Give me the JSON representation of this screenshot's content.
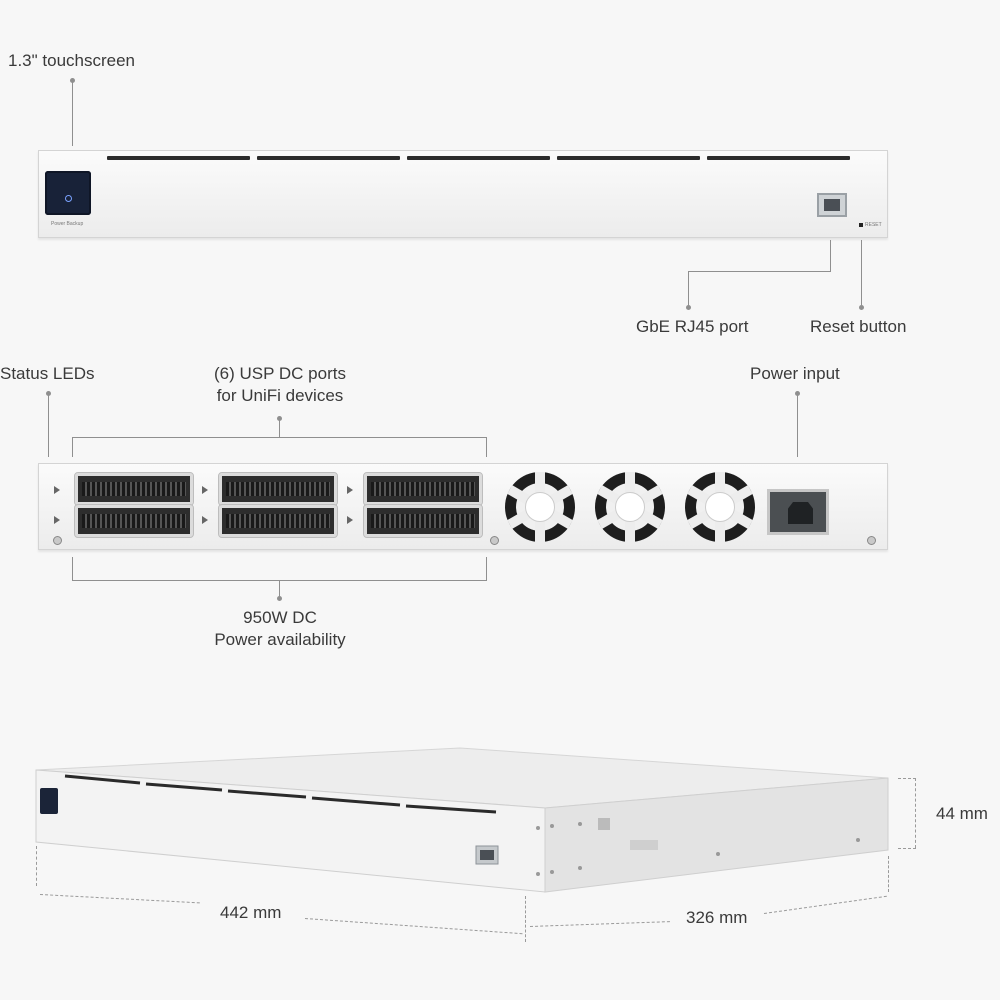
{
  "front_view": {
    "touchscreen_label": "1.3\" touchscreen",
    "screen_text": "Power Backup",
    "rj45_label": "GbE RJ45 port",
    "reset_label": "Reset button",
    "reset_tiny": "RESET"
  },
  "rear_view": {
    "status_leds_label": "Status LEDs",
    "usp_dc_label_line1": "(6) USP DC ports",
    "usp_dc_label_line2": "for UniFi devices",
    "power_input_label": "Power input",
    "dc_power_line1": "950W DC",
    "dc_power_line2": "Power availability"
  },
  "dimensions": {
    "height": "44 mm",
    "width": "442 mm",
    "depth": "326 mm"
  },
  "colors": {
    "background": "#f7f7f7",
    "chassis": "#ececec",
    "vent": "#2c2c2c",
    "screen": "#182238"
  }
}
